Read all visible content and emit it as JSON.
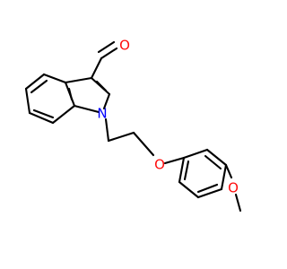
{
  "colors": {
    "background": "#ffffff",
    "bond": "#000000",
    "oxygen": "#ff0d0d",
    "nitrogen": "#0000ff"
  },
  "atoms": {
    "aldehyde_oxygen": "O",
    "indole_nitrogen": "N",
    "ether_oxygen": "O",
    "methoxy_oxygen": "O"
  }
}
